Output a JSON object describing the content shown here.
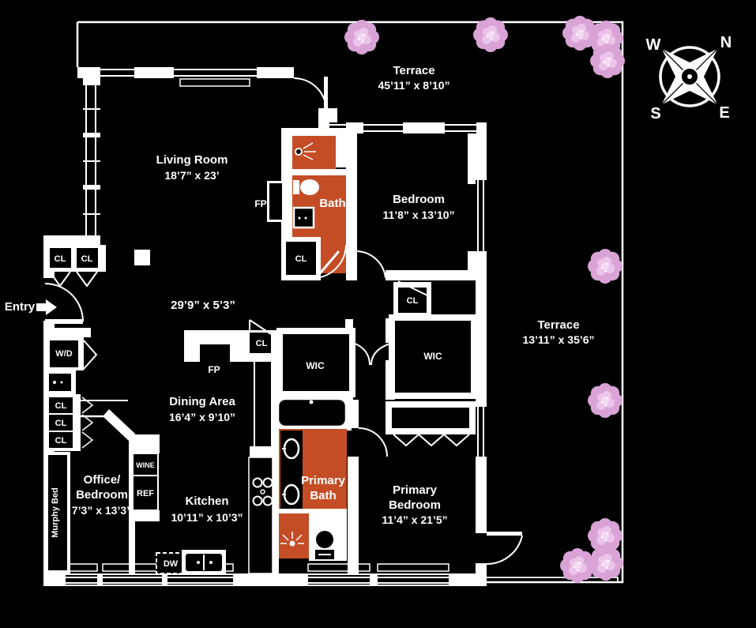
{
  "colors": {
    "background": "#000000",
    "walls": "#ffffff",
    "bath_red": "#c44d26",
    "flowers": "#e2abdf"
  },
  "compass": {
    "n": "N",
    "e": "E",
    "s": "S",
    "w": "W"
  },
  "entry": {
    "label": "Entry"
  },
  "labels": {
    "cl": "CL",
    "wic": "WIC",
    "fp": "FP",
    "wd": "W/D",
    "dw": "DW",
    "ref": "REF",
    "wine": "WINE",
    "murphy_bed": "Murphy Bed"
  },
  "rooms": {
    "terrace_top": {
      "name": "Terrace",
      "dims": "45’11” x 8’10”"
    },
    "terrace_right": {
      "name": "Terrace",
      "dims": "13’11” x 35’6”"
    },
    "living": {
      "name": "Living Room",
      "dims": "18’7” x 23’"
    },
    "bath": {
      "name": "Bath"
    },
    "bedroom": {
      "name": "Bedroom",
      "dims": "11’8” x 13’10”"
    },
    "hallway": {
      "dims": "29’9” x 5’3”"
    },
    "dining": {
      "name": "Dining Area",
      "dims": "16’4” x 9’10”"
    },
    "kitchen": {
      "name": "Kitchen",
      "dims": "10’11” x 10’3”"
    },
    "office": {
      "name_line1": "Office/",
      "name_line2": "Bedroom",
      "dims": "7’3” x 13’3”"
    },
    "primary_bath": {
      "name_line1": "Primary",
      "name_line2": "Bath"
    },
    "primary_bedroom": {
      "name_line1": "Primary",
      "name_line2": "Bedroom",
      "dims": "11’4” x 21’5”"
    }
  }
}
